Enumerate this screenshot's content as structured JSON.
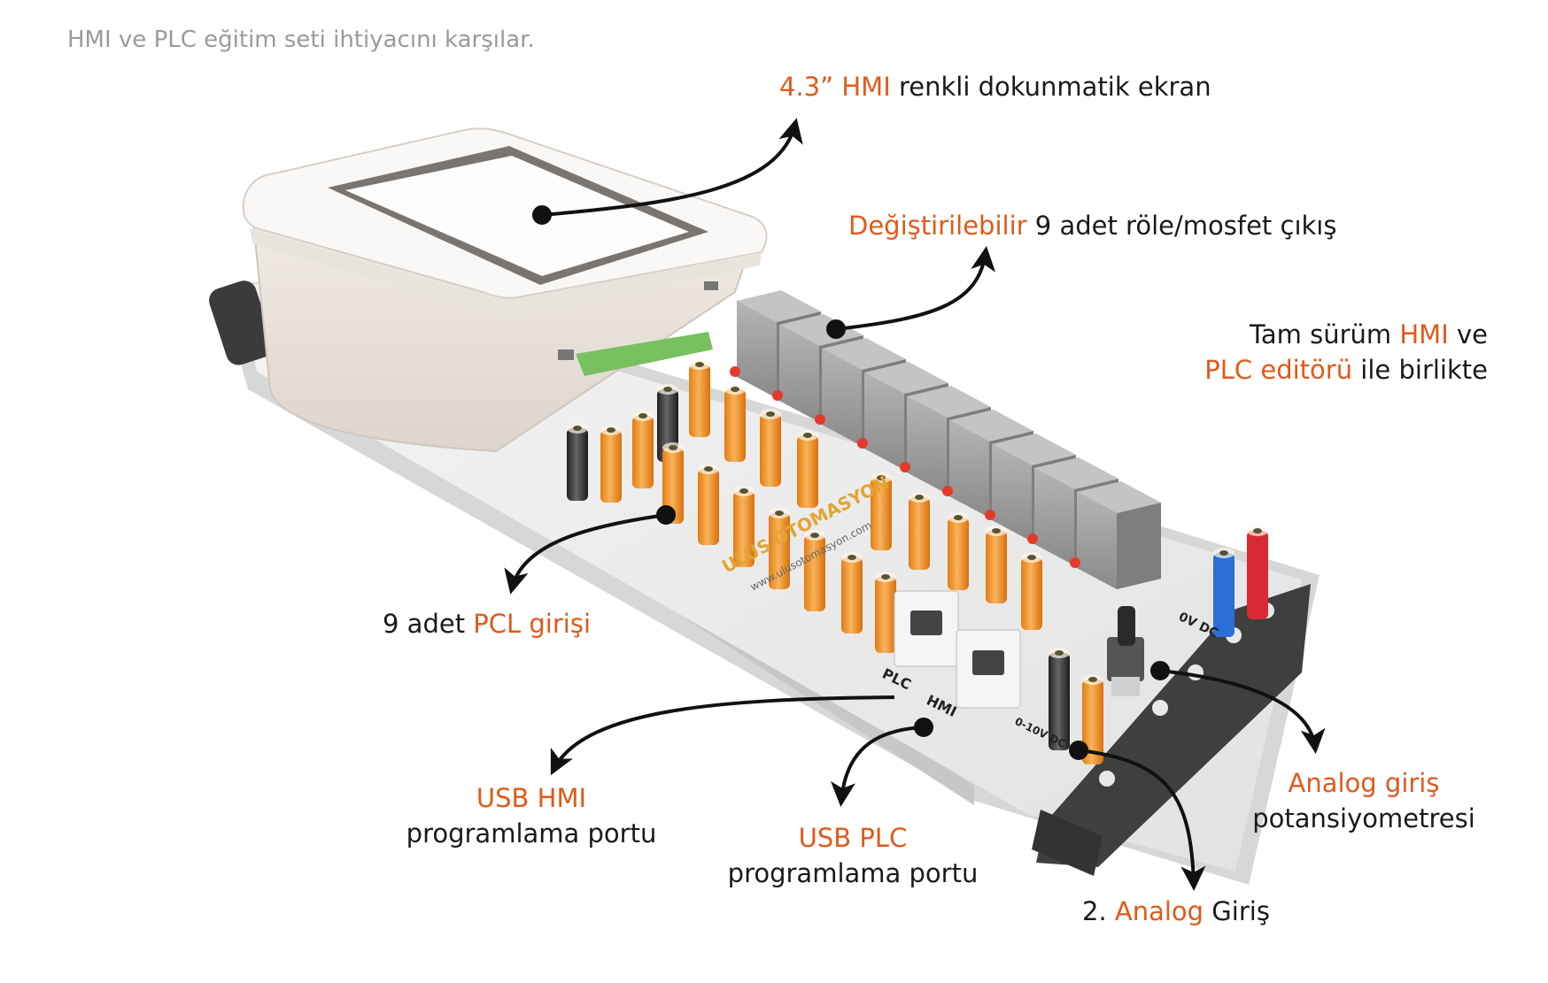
{
  "subtitle": "HMI ve PLC eğitim seti ihtiyacını karşılar.",
  "board": {
    "brand_part1": "ULUS",
    "brand_part2": "OTOMASYON",
    "website": "www.ulusotomasyon.com",
    "port_plc": "PLC",
    "port_hmi": "HMI",
    "supply_label": "0V DC",
    "analog_range": "0-10V DC"
  },
  "callouts": {
    "hmi_screen": {
      "accent": "4.3” HMI",
      "rest": " renkli dokunmatik ekran"
    },
    "relay_outputs": {
      "accent": "Değiştirilebilir",
      "rest": " 9 adet röle/mosfet çıkış"
    },
    "editor": {
      "line1_pre": "Tam sürüm ",
      "line1_accent": "HMI",
      "line1_post": " ve",
      "line2_accent": "PLC editörü",
      "line2_post": " ile birlikte"
    },
    "plc_inputs": {
      "pre": "9 adet ",
      "accent": "PCL girişi"
    },
    "usb_hmi": {
      "accent": "USB HMI",
      "rest": "programlama portu"
    },
    "usb_plc": {
      "accent": "USB PLC",
      "rest": "programlama portu"
    },
    "analog_pot": {
      "accent": "Analog giriş",
      "rest": "potansiyometresi"
    },
    "analog_input2": {
      "pre": "2. ",
      "accent": "Analog",
      "post": " Giriş"
    }
  },
  "colors": {
    "accent": "#e05a1a",
    "banana_jack_orange": "#f39a2c",
    "banana_jack_black": "#3a3a3a",
    "relay_grey": "#9a9a9a",
    "led_red": "#e53a2a",
    "jack_red": "#d82a35",
    "jack_blue": "#2a6fd8"
  }
}
